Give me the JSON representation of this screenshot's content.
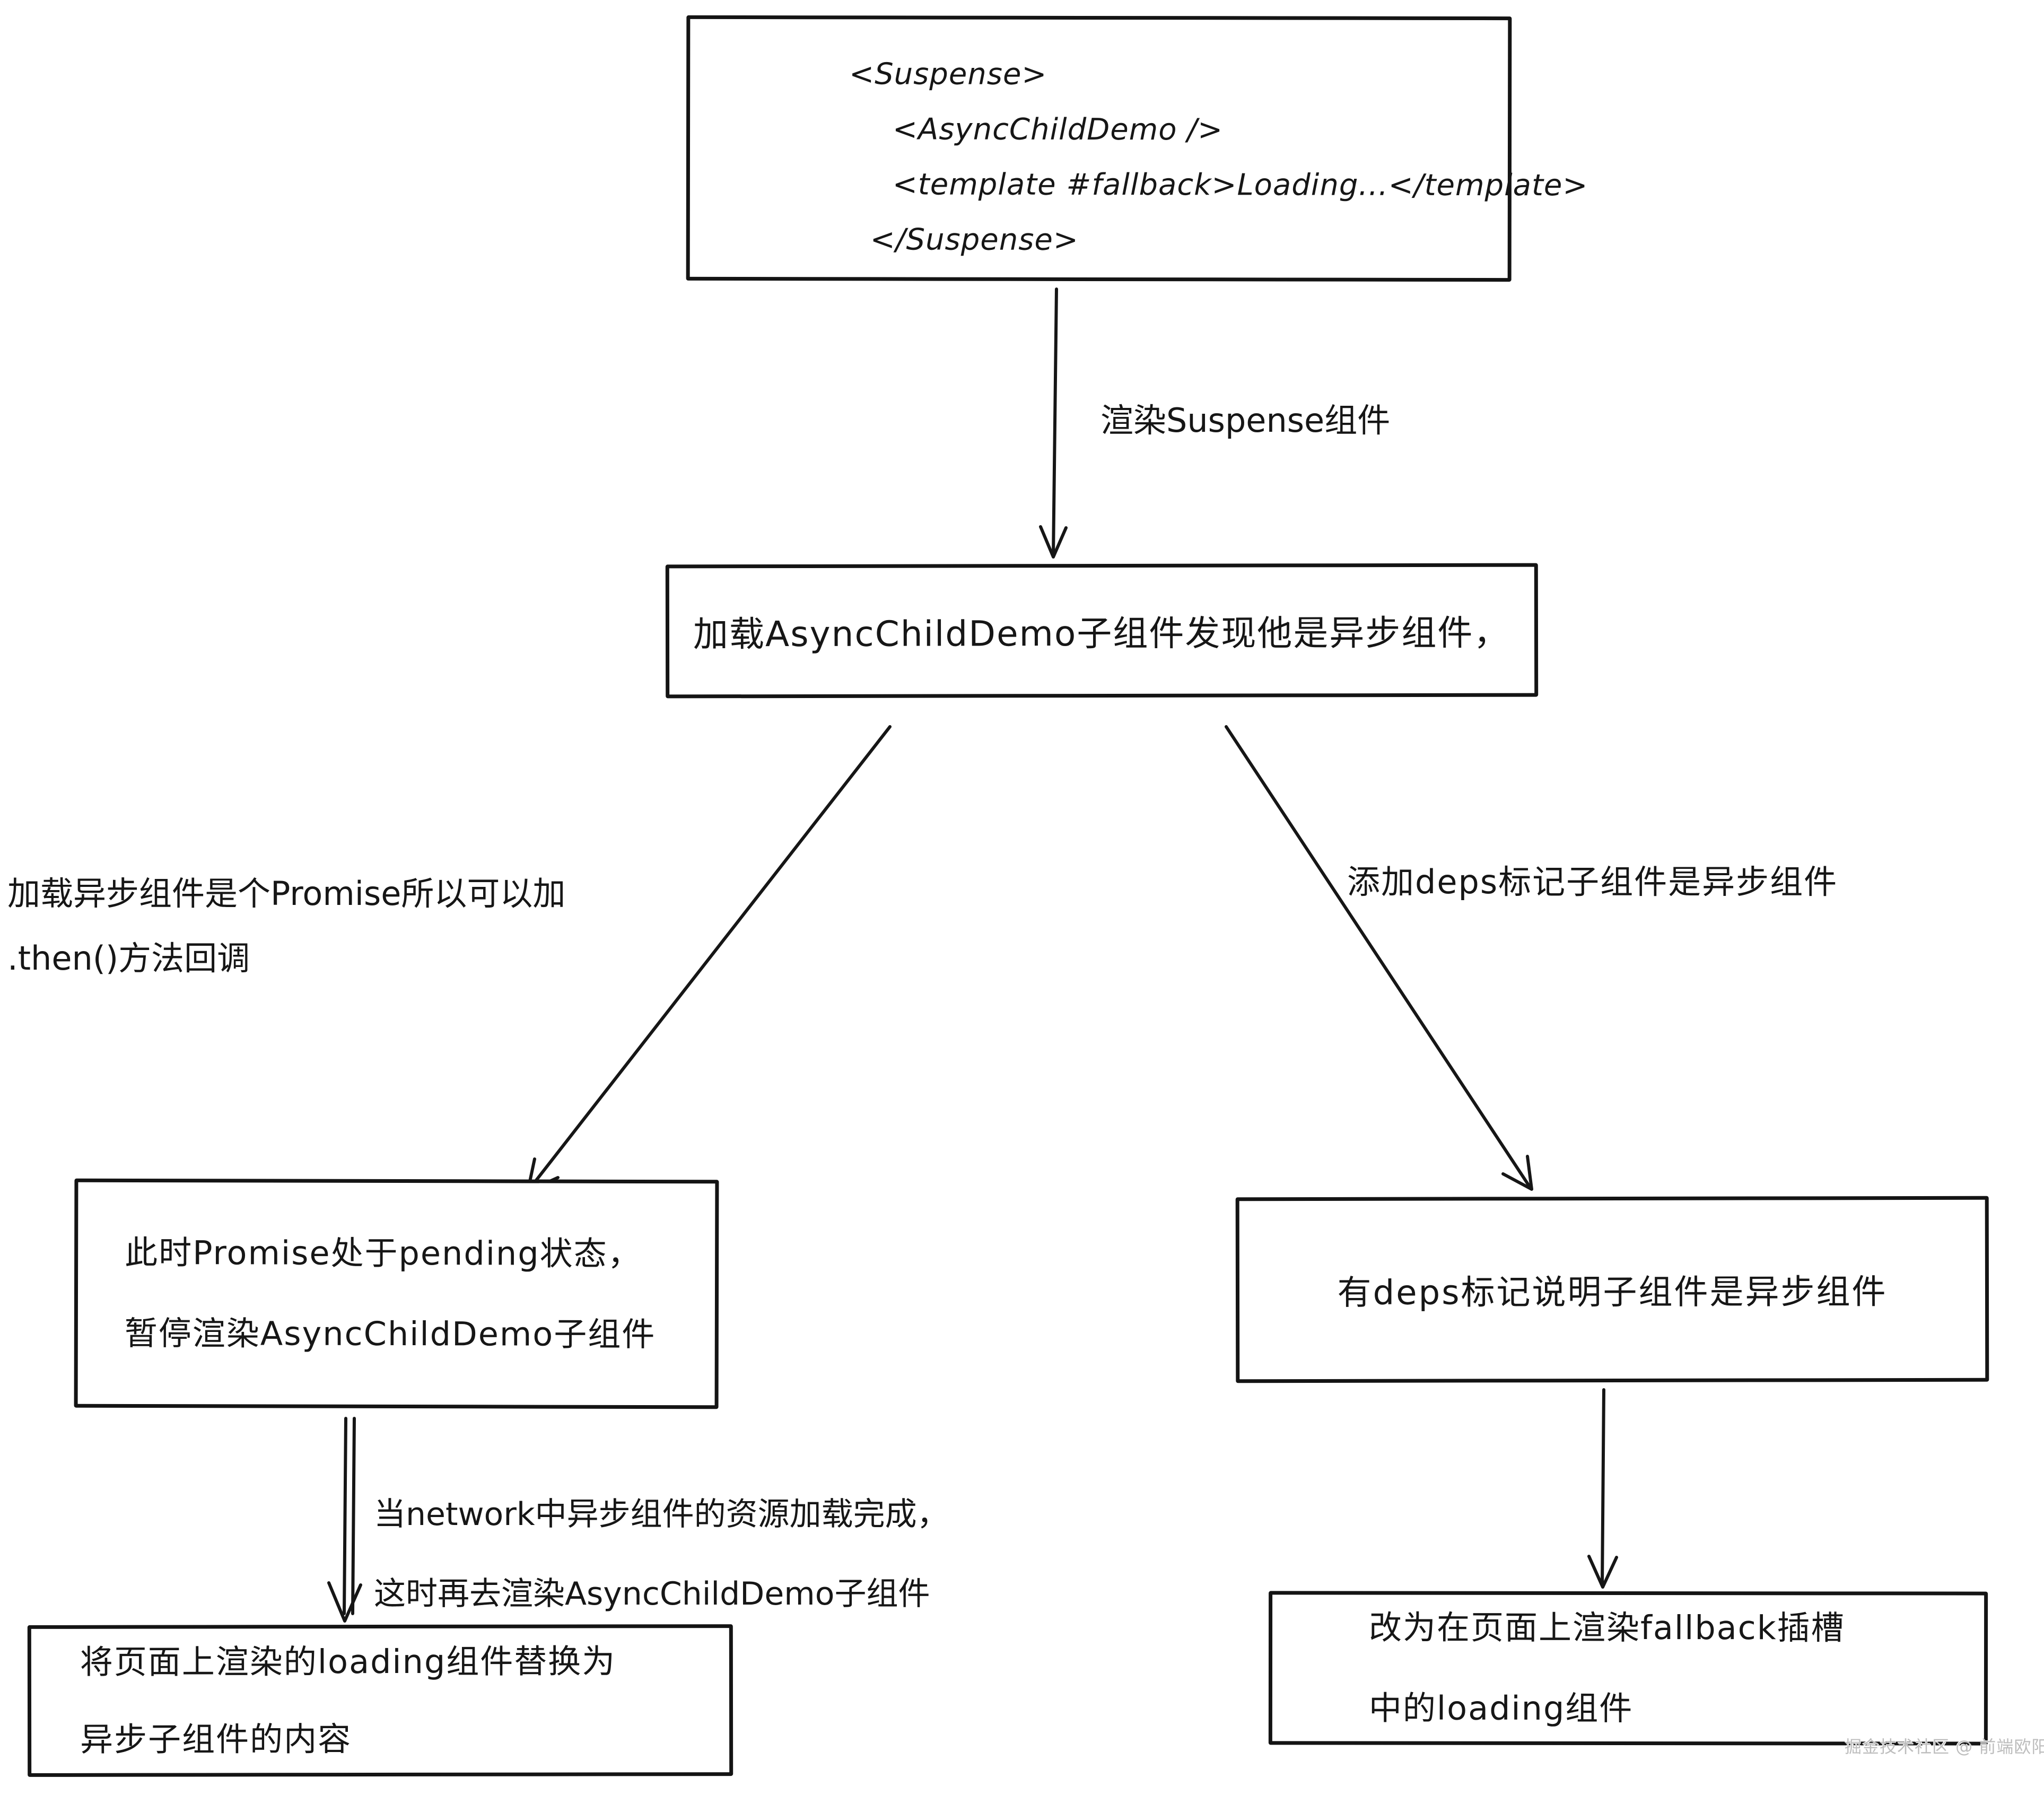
{
  "diagram": {
    "colors": {
      "ink": "#161616",
      "background": "#ffffff",
      "watermark": "#bdbdbd"
    },
    "code_box": {
      "lines": [
        "<Suspense>",
        "<AsyncChildDemo />",
        "<template #fallback>Loading...</template>",
        "</Suspense>"
      ]
    },
    "arrow_labels": {
      "render_suspense": "渲染Suspense组件",
      "network_line1": "当network中异步组件的资源加载完成，",
      "network_line2": "这时再去渲染AsyncChildDemo子组件"
    },
    "notes": {
      "promise_line1": "加载异步组件是个Promise所以可以加",
      "promise_line2": ".then()方法回调",
      "deps_note": "添加deps标记子组件是异步组件"
    },
    "boxes": {
      "load_async": "加载AsyncChildDemo子组件发现他是异步组件，",
      "pending_line1": "此时Promise处于pending状态，",
      "pending_line2": "暂停渲染AsyncChildDemo子组件",
      "replace_line1": "将页面上渲染的loading组件替换为",
      "replace_line2": "异步子组件的内容",
      "deps_marked": "有deps标记说明子组件是异步组件",
      "fallback_line1": "改为在页面上渲染fallback插槽",
      "fallback_line2": "中的loading组件"
    },
    "watermark": "掘金技术社区 @ 前端欧阳"
  }
}
